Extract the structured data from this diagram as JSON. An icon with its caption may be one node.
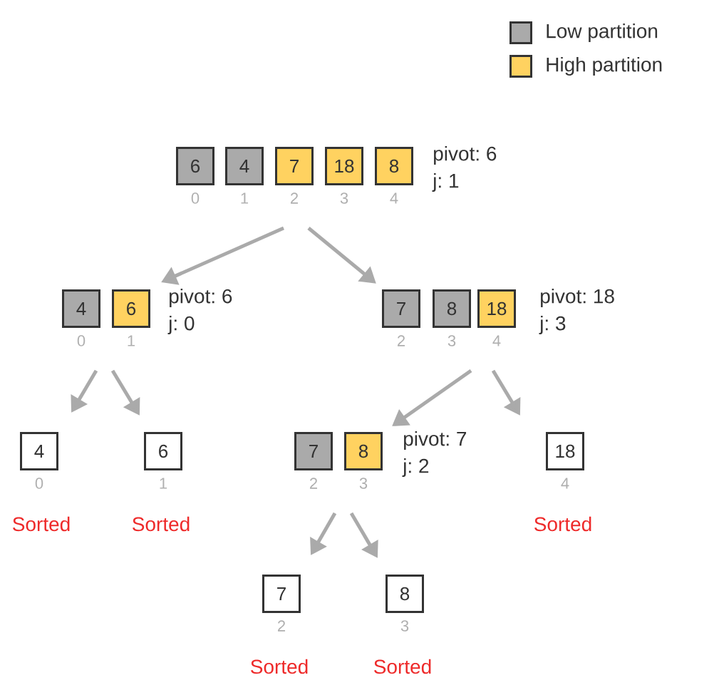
{
  "diagram": {
    "nodes": [
      {
        "text": [
          "6"
        ],
        "beside": [
          "0"
        ]
      },
      {
        "text": [
          "4"
        ],
        "beside": [
          "1"
        ]
      },
      {
        "text": [
          "7"
        ],
        "beside": [
          "2"
        ]
      },
      {
        "text": [
          "18"
        ],
        "beside": [
          "3"
        ]
      },
      {
        "text": [
          "8"
        ],
        "beside": [
          "4"
        ]
      },
      {
        "text": [
          "4"
        ],
        "beside": [
          "0"
        ]
      },
      {
        "text": [
          "6"
        ],
        "beside": [
          "1"
        ]
      },
      {
        "text": [
          "7"
        ],
        "beside": [
          "2"
        ]
      },
      {
        "text": [
          "8"
        ],
        "beside": [
          "3"
        ]
      },
      {
        "text": [
          "18"
        ],
        "beside": [
          "4"
        ]
      },
      {
        "text": [
          "4"
        ],
        "beside": [
          "0",
          "Sorted"
        ]
      },
      {
        "text": [
          "6"
        ],
        "beside": [
          "1",
          "Sorted"
        ]
      },
      {
        "text": [
          "7"
        ],
        "beside": [
          "2"
        ]
      },
      {
        "text": [
          "8"
        ],
        "beside": [
          "3"
        ]
      },
      {
        "text": [
          "18"
        ],
        "beside": [
          "4",
          "Sorted"
        ]
      },
      {
        "text": [
          "7"
        ],
        "beside": [
          "2",
          "Sorted"
        ]
      },
      {
        "text": [
          "8"
        ],
        "beside": [
          "3",
          "Sorted"
        ]
      }
    ],
    "edges": [
      {
        "from": 2,
        "to": 6,
        "arrow": "to"
      },
      {
        "from": 2,
        "to": 7,
        "arrow": "to"
      },
      {
        "from": 5,
        "to": 10,
        "arrow": "to"
      },
      {
        "from": 6,
        "to": 11,
        "arrow": "to"
      },
      {
        "from": 8,
        "to": 13,
        "arrow": "to"
      },
      {
        "from": 9,
        "to": 14,
        "arrow": "to"
      },
      {
        "from": 12,
        "to": 15,
        "arrow": "to"
      },
      {
        "from": 13,
        "to": 16,
        "arrow": "to"
      }
    ],
    "labels": [
      "pivot: 6",
      "j: 1",
      "pivot: 6",
      "j: 0",
      "pivot: 18",
      "j: 3",
      "pivot: 7",
      "j: 2"
    ],
    "legend": [
      {
        "text": "Low partition",
        "color": "#aaaaaa"
      },
      {
        "text": "High partition",
        "color": "#ffd260"
      }
    ]
  }
}
